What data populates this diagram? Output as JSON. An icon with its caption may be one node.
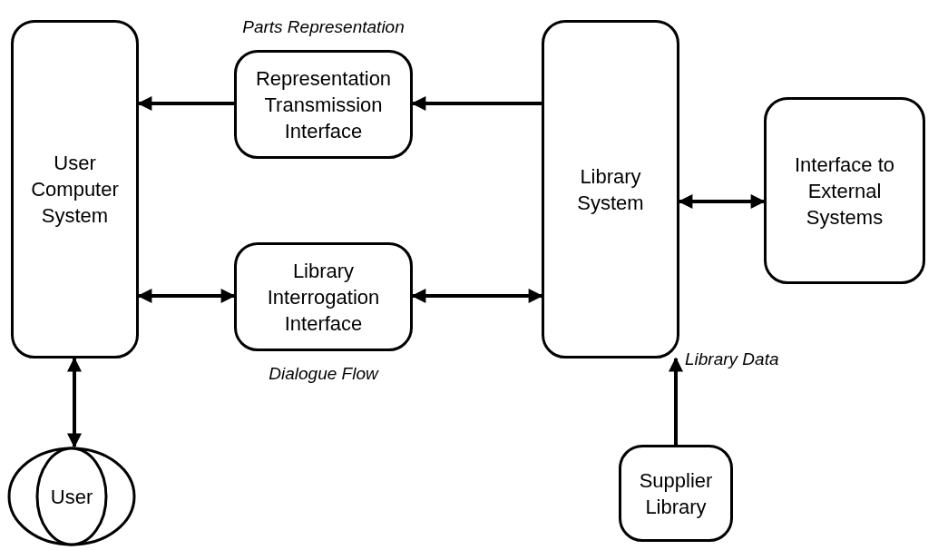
{
  "diagram": {
    "nodes": [
      {
        "text": [
          "User Computer System"
        ]
      },
      {
        "text": [
          "Representation Transmission Interface"
        ],
        "beside": [
          "Parts Representation"
        ]
      },
      {
        "text": [
          "Library Interrogation Interface"
        ],
        "beside": [
          "Dialogue Flow"
        ]
      },
      {
        "text": [
          "Library System"
        ]
      },
      {
        "text": [
          "Interface to External Systems"
        ]
      },
      {
        "text": [
          "User"
        ]
      },
      {
        "text": [
          "Supplier Library"
        ]
      }
    ],
    "edges": [
      {
        "from": 3,
        "to": 1,
        "arrow": "to"
      },
      {
        "from": 1,
        "to": 0,
        "arrow": "to"
      },
      {
        "from": 0,
        "to": 2,
        "arrow": "both"
      },
      {
        "from": 2,
        "to": 3,
        "arrow": "both"
      },
      {
        "from": 3,
        "to": 4,
        "arrow": "both"
      },
      {
        "from": 0,
        "to": 5,
        "arrow": "both"
      },
      {
        "from": 6,
        "to": 3,
        "arrow": "to",
        "label": "Library Data"
      }
    ]
  }
}
